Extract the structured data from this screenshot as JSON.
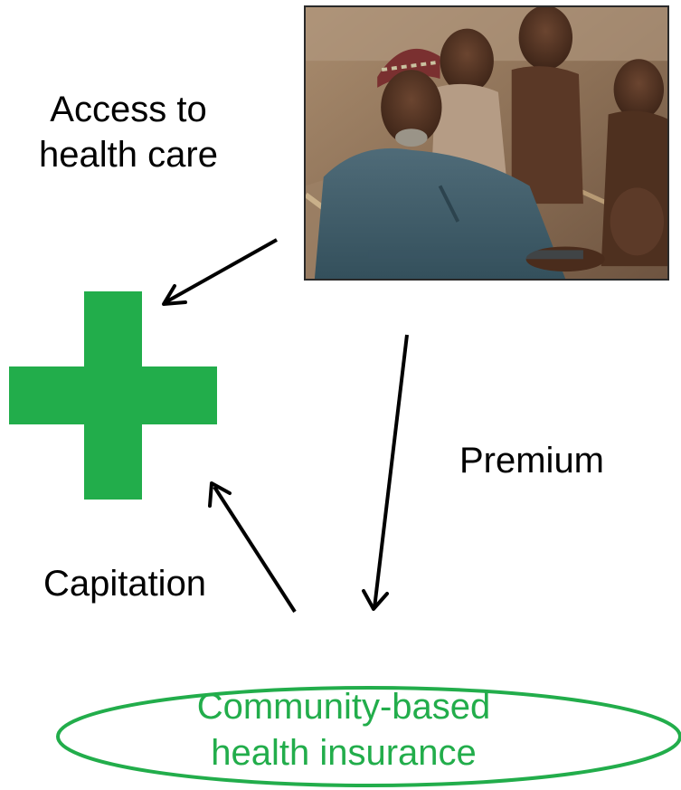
{
  "labels": {
    "access": "Access to\nhealth care",
    "premium": "Premium",
    "capitation": "Capitation",
    "cbhi_line1": "Community-based",
    "cbhi_line2": "health insurance"
  },
  "colors": {
    "cross": "#22ad4b",
    "ellipse": "#22ad4b",
    "arrow": "#000000",
    "cbhi_text": "#22ad4b"
  },
  "icons": {
    "health_facility": "green-cross-icon",
    "photo": "elderly-man-with-children-photo"
  }
}
